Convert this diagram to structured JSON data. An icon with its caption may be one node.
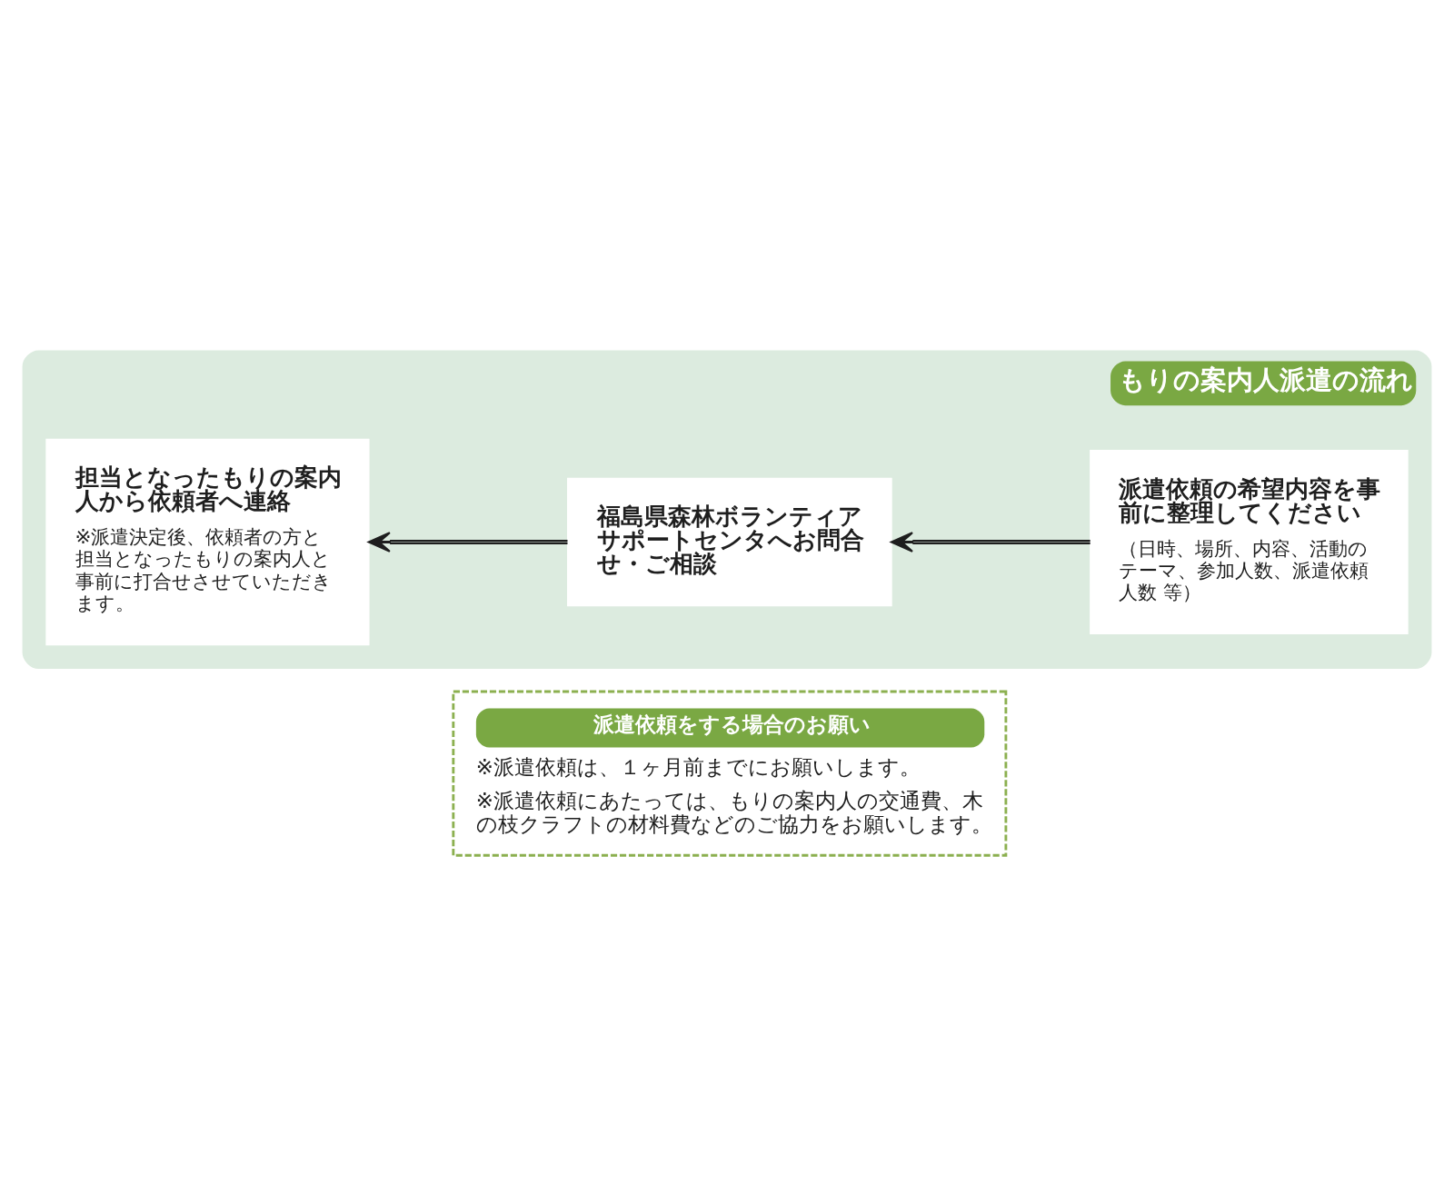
{
  "diagram": {
    "nodes": [
      {
        "text": [
          "もりの案内人派遣の流れ"
        ]
      },
      {
        "text": [
          "派遣依頼の希望内容を事前に整理してください",
          "（日時、場所、内容、活動のテーマ、参加人数、派遣依頼人数 等）"
        ],
        "in": 0
      },
      {
        "text": [
          "福島県森林ボランティアサポートセンタへお問合せ・ご相談"
        ],
        "in": 0
      },
      {
        "text": [
          "担当となったもりの案内人から依頼者へ連絡",
          "※派遣決定後、依頼者の方と担当となったもりの案内人と事前に打合せさせていただきます。"
        ],
        "in": 0
      },
      {
        "text": [
          "派遣依頼をする場合のお願い",
          "※派遣依頼は、１ヶ月前までにお願いします。",
          "※派遣依頼にあたっては、もりの案内人の交通費、木の枝クラフトの材料費などのご協力をお願いします。"
        ]
      }
    ],
    "edges": [
      {
        "from": 1,
        "to": 2,
        "arrow": "to"
      },
      {
        "from": 2,
        "to": 3,
        "arrow": "to"
      }
    ]
  }
}
